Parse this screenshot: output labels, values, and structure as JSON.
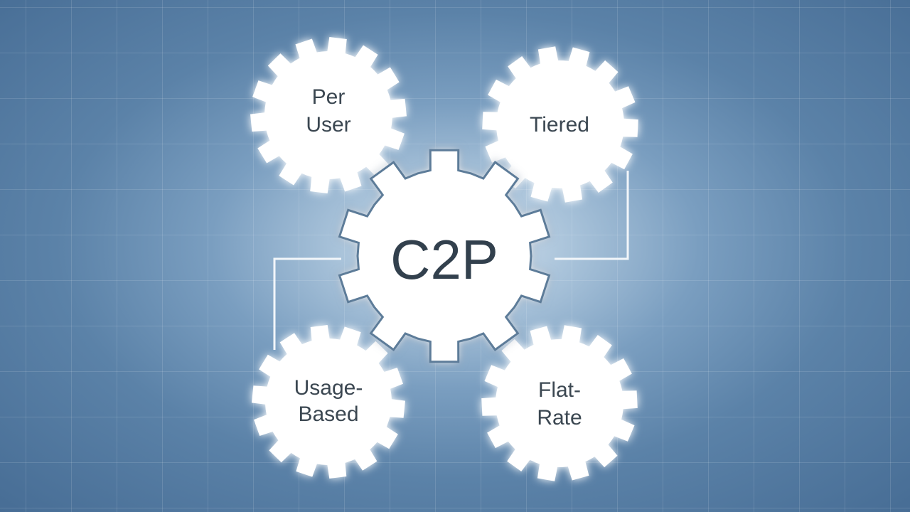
{
  "center": {
    "label": "C2P"
  },
  "gears": [
    {
      "id": "per-user",
      "lines": [
        "Per",
        "User"
      ]
    },
    {
      "id": "tiered",
      "lines": [
        "Tiered"
      ]
    },
    {
      "id": "usage-based",
      "lines": [
        "Usage-",
        "Based"
      ]
    },
    {
      "id": "flat-rate",
      "lines": [
        "Flat-",
        "Rate"
      ]
    }
  ],
  "colors": {
    "gear_fill": "#ffffff",
    "gear_stroke": "#5d7c99",
    "text": "#3a4651",
    "connector": "#f2f6fa"
  }
}
